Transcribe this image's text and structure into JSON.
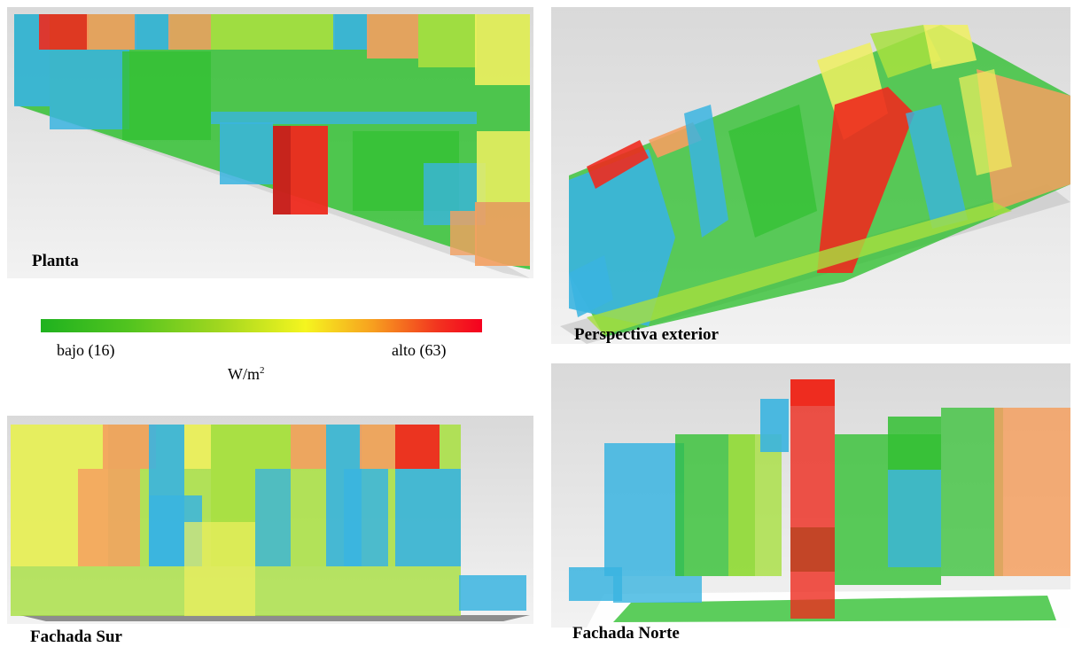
{
  "panels": {
    "planta": {
      "caption": "Planta"
    },
    "perspectiva": {
      "caption": "Perspectiva exterior"
    },
    "sur": {
      "caption": "Fachada Sur"
    },
    "norte": {
      "caption": "Fachada Norte"
    }
  },
  "legend": {
    "low_label": "bajo (16)",
    "high_label": "alto (63)",
    "unit_base": "W/m",
    "unit_exp": "2",
    "colors": [
      "#1fb21f",
      "#9fd61f",
      "#f5f51f",
      "#f7a11f",
      "#f5001f"
    ]
  },
  "palette": {
    "blue": "#3ab4e0",
    "green": "#33c033",
    "lime": "#a8e040",
    "yellow": "#f0f060",
    "orange": "#f4a060",
    "red": "#ee2a1e"
  }
}
